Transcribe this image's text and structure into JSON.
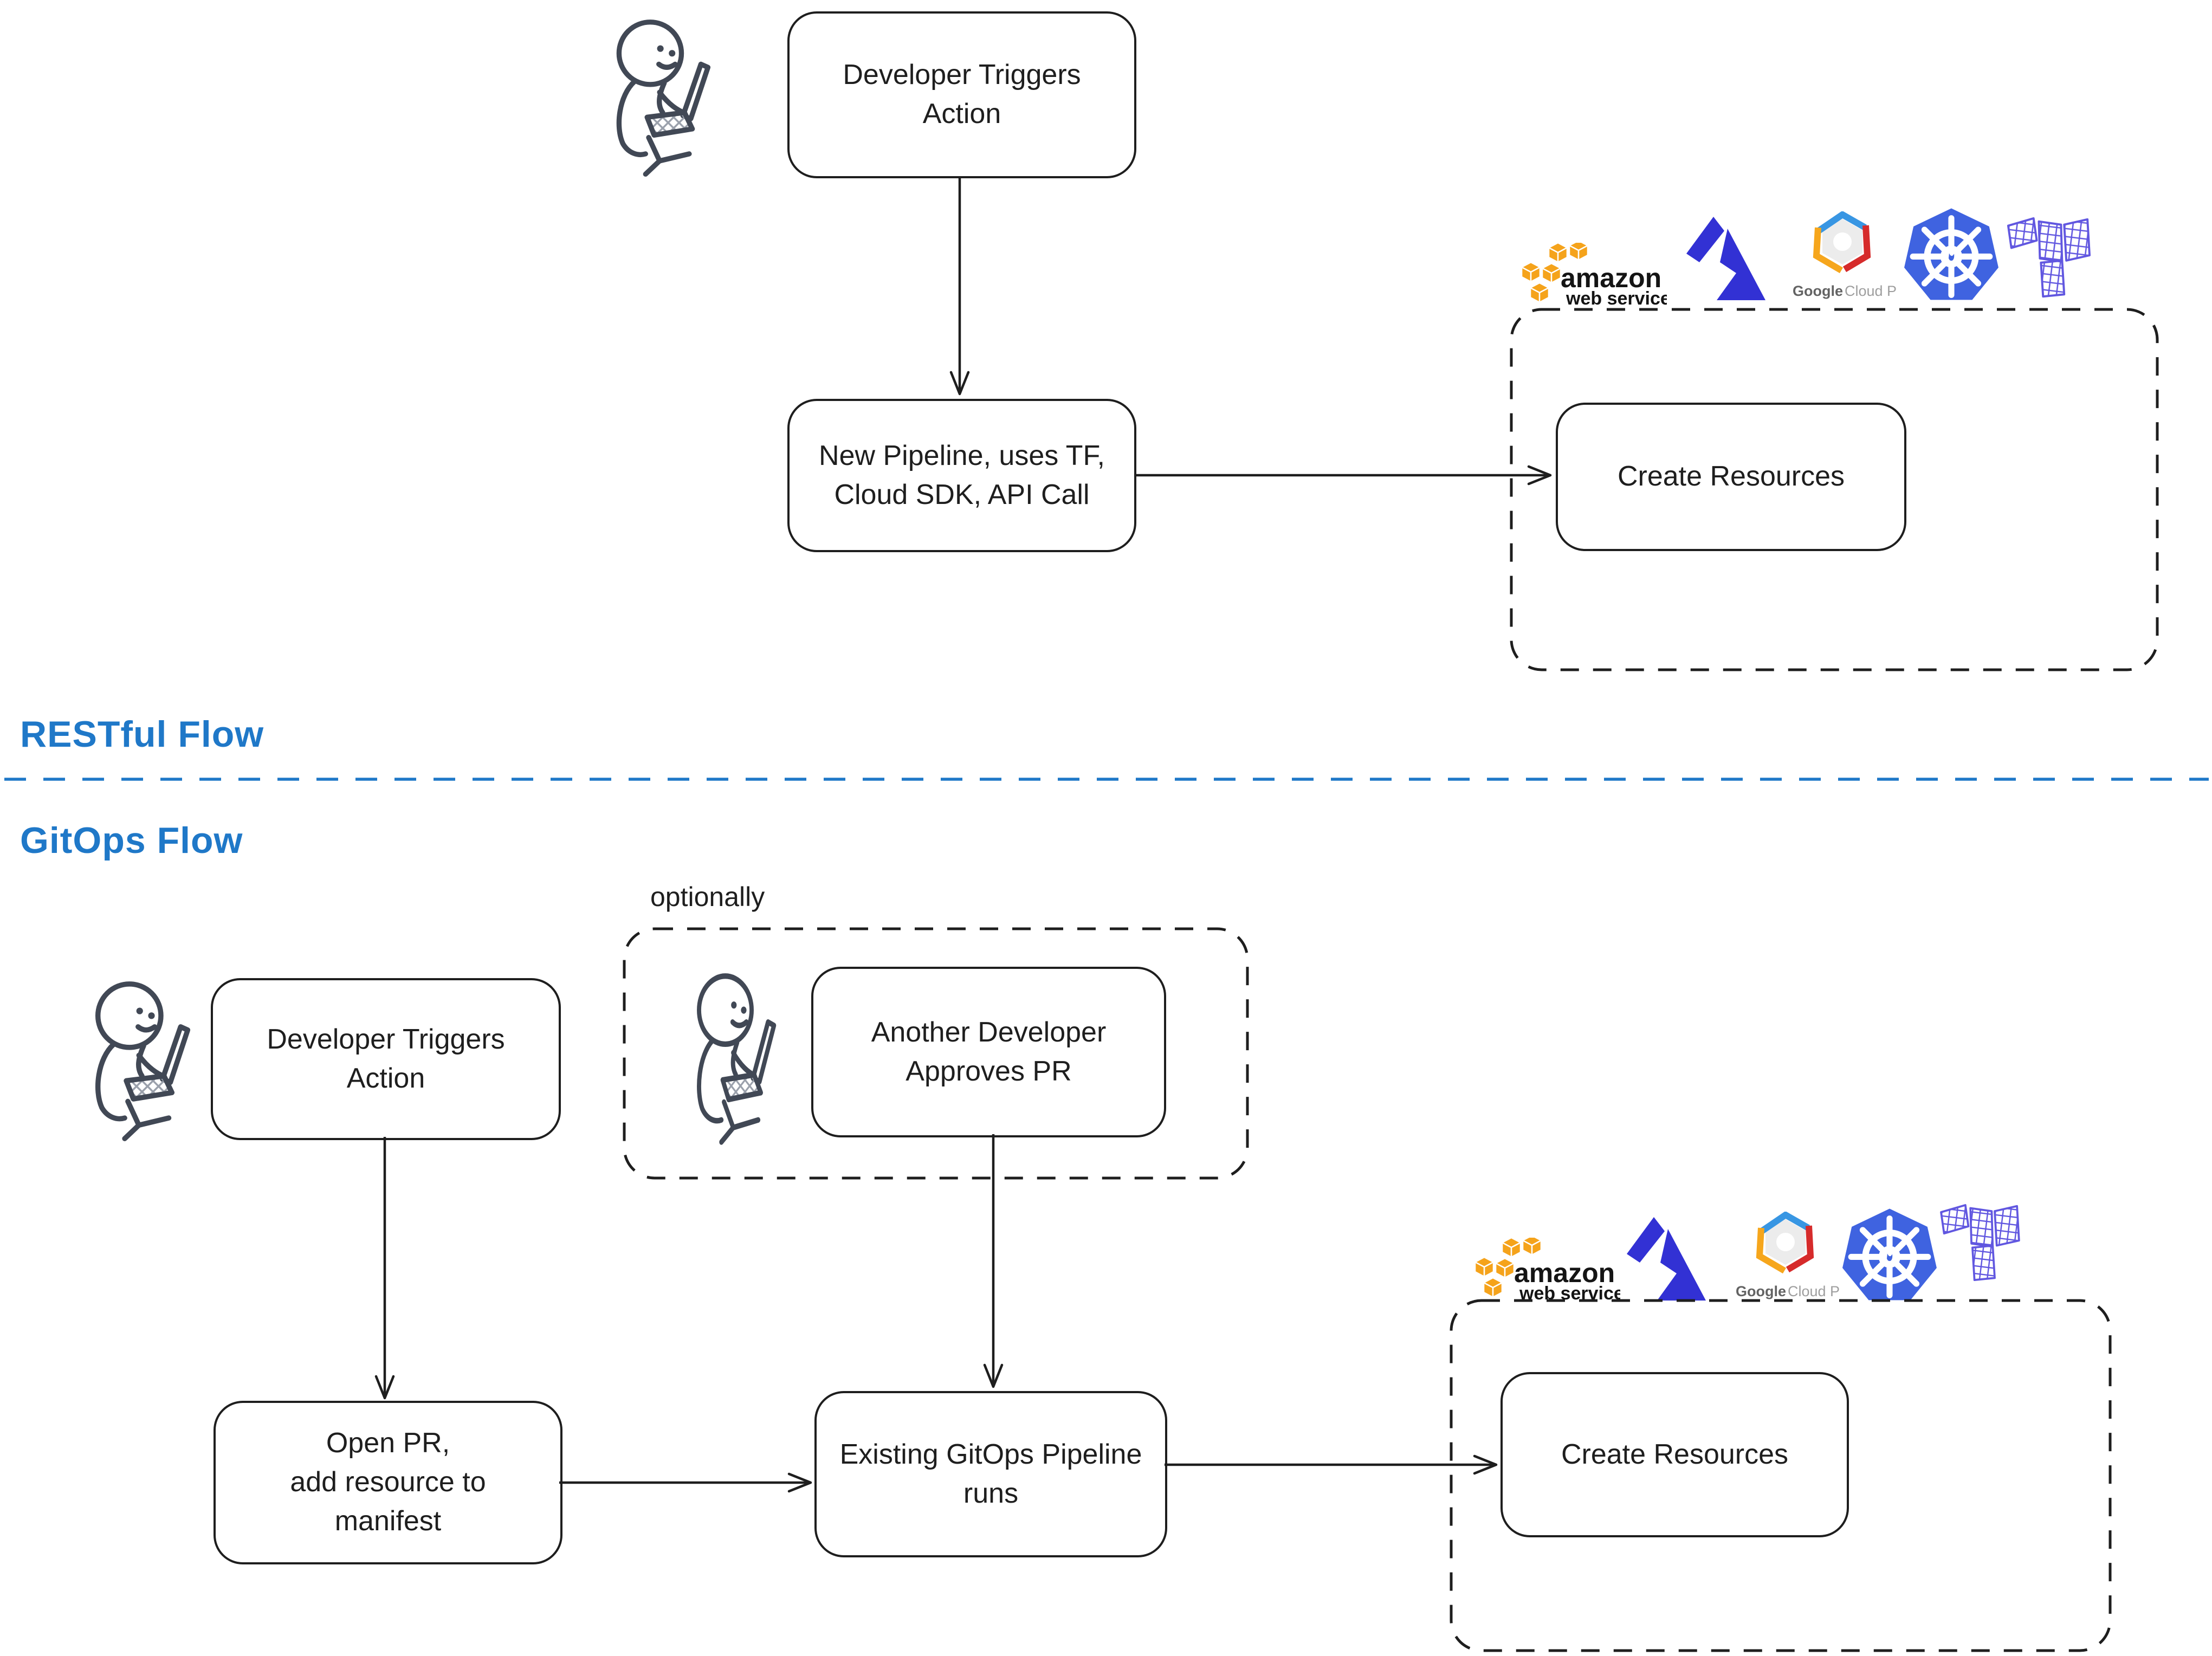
{
  "colors": {
    "ink": "#1e1e1e",
    "person_ink": "#414855",
    "blue": "#1f78c8",
    "aws_orange": "#f5a31b",
    "azure_blue": "#3231d4",
    "gcp_blue": "#3896e3",
    "gcp_red": "#d62b2b",
    "gcp_yellow": "#f6a61c",
    "gcp_gray": "#ececec",
    "gcp_text_dark": "#636363",
    "gcp_text_light": "#9e9e9e",
    "k8s_blue": "#3f63e0",
    "tf_purple": "#6157e0"
  },
  "sections": {
    "restful": {
      "title": "RESTful Flow",
      "nodes": {
        "developer_triggers": "Developer Triggers\nAction",
        "new_pipeline": "New Pipeline, uses TF,\nCloud SDK, API Call",
        "create_resources": "Create Resources"
      }
    },
    "gitops": {
      "title": "GitOps Flow",
      "optional_label": "optionally",
      "nodes": {
        "another_developer": "Another Developer\nApproves PR",
        "developer_triggers": "Developer Triggers\nAction",
        "open_pr": "Open PR,\nadd resource to\nmanifest",
        "existing_pipeline": "Existing GitOps Pipeline\nruns",
        "create_resources": "Create Resources"
      }
    }
  },
  "logos": {
    "icons": [
      "aws-logo",
      "azure-logo",
      "gcp-logo",
      "kubernetes-logo",
      "terraform-logo"
    ],
    "aws": {
      "line1": "amazon",
      "line2": "web services"
    },
    "gcp": {
      "caption_bold": "Google",
      "caption_rest": " Cloud Platform"
    }
  }
}
